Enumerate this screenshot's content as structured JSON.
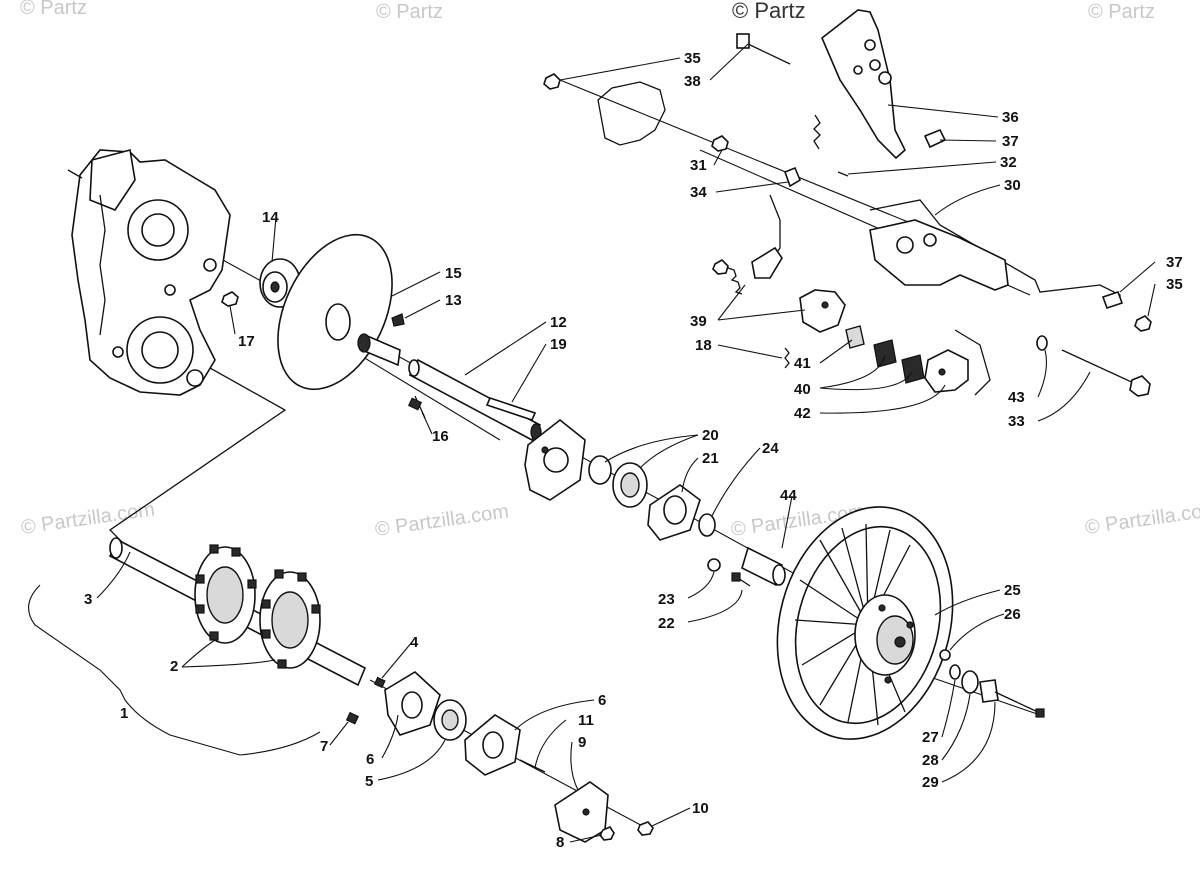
{
  "watermarks": {
    "partzilla": "© Partzilla.com",
    "top_fragment": "© Partz",
    "corner_fragment": "© Partz"
  },
  "callouts": {
    "c1": "1",
    "c2": "2",
    "c3": "3",
    "c4": "4",
    "c5": "5",
    "c6a": "6",
    "c6b": "6",
    "c7": "7",
    "c8": "8",
    "c9": "9",
    "c10": "10",
    "c11": "11",
    "c12": "12",
    "c13": "13",
    "c14": "14",
    "c15": "15",
    "c16": "16",
    "c17": "17",
    "c18": "18",
    "c19": "19",
    "c20": "20",
    "c21": "21",
    "c22": "22",
    "c23": "23",
    "c24": "24",
    "c25": "25",
    "c26": "26",
    "c27": "27",
    "c28": "28",
    "c29": "29",
    "c30": "30",
    "c31": "31",
    "c32": "32",
    "c33": "33",
    "c34": "34",
    "c35a": "35",
    "c35b": "35",
    "c36": "36",
    "c37a": "37",
    "c37b": "37",
    "c38": "38",
    "c39": "39",
    "c40": "40",
    "c41": "41",
    "c42": "42",
    "c43": "43",
    "c44": "44"
  },
  "colors": {
    "ink": "#111111",
    "watermark": "#c8c8c8",
    "paper": "#ffffff"
  }
}
